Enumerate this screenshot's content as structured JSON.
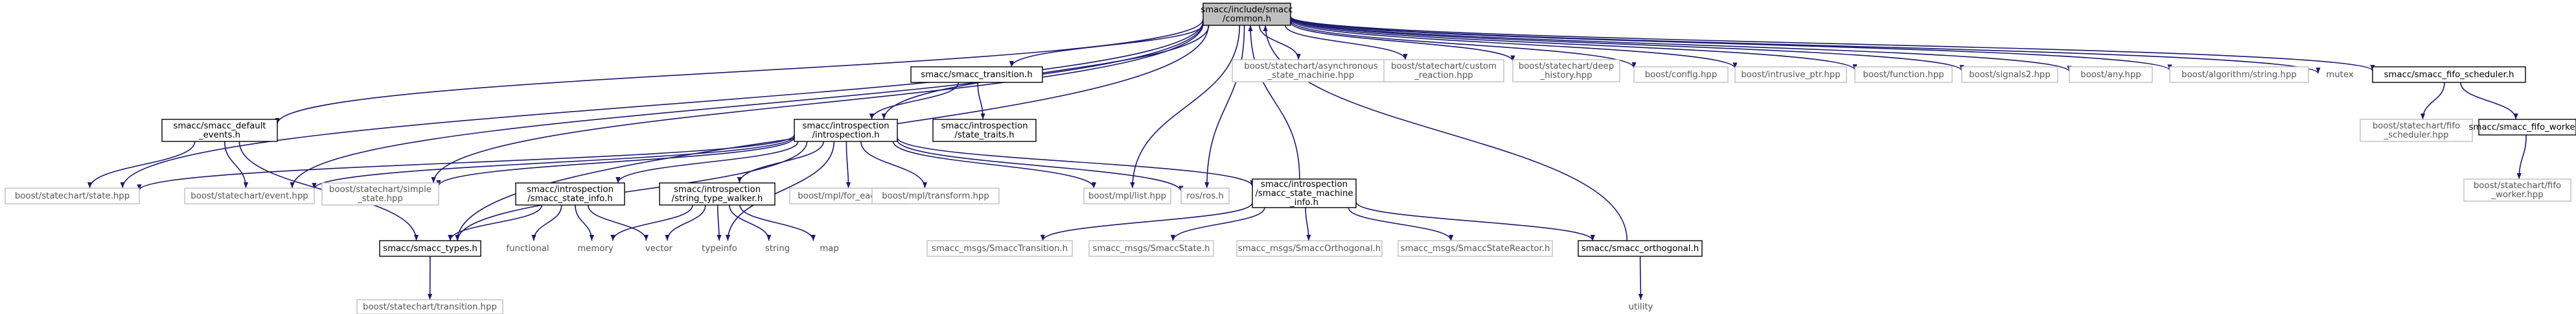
{
  "graph": {
    "root": "smacc_include_smacc_common",
    "edge_color": "#191970",
    "root_fill": "#bfbfbf",
    "external_border": "#bfbfbf",
    "nodes": [
      {
        "id": "smacc_include_smacc_common",
        "lines": [
          "smacc/include/smacc",
          "/common.h"
        ],
        "kind": "root"
      },
      {
        "id": "smacc_default_events",
        "lines": [
          "smacc/smacc_default",
          "_events.h"
        ],
        "kind": "doc"
      },
      {
        "id": "smacc_transition",
        "lines": [
          "smacc/smacc_transition.h"
        ],
        "kind": "doc"
      },
      {
        "id": "introspection",
        "lines": [
          "smacc/introspection",
          "/introspection.h"
        ],
        "kind": "doc"
      },
      {
        "id": "state_traits",
        "lines": [
          "smacc/introspection",
          "/state_traits.h"
        ],
        "kind": "doc"
      },
      {
        "id": "asynchronous_state_machine",
        "lines": [
          "boost/statechart/asynchronous",
          "_state_machine.hpp"
        ],
        "kind": "ext"
      },
      {
        "id": "custom_reaction",
        "lines": [
          "boost/statechart/custom",
          "_reaction.hpp"
        ],
        "kind": "ext"
      },
      {
        "id": "deep_history",
        "lines": [
          "boost/statechart/deep",
          "_history.hpp"
        ],
        "kind": "ext"
      },
      {
        "id": "boost_config",
        "lines": [
          "boost/config.hpp"
        ],
        "kind": "ext"
      },
      {
        "id": "intrusive_ptr",
        "lines": [
          "boost/intrusive_ptr.hpp"
        ],
        "kind": "ext"
      },
      {
        "id": "boost_function",
        "lines": [
          "boost/function.hpp"
        ],
        "kind": "ext"
      },
      {
        "id": "signals2",
        "lines": [
          "boost/signals2.hpp"
        ],
        "kind": "ext"
      },
      {
        "id": "boost_any",
        "lines": [
          "boost/any.hpp"
        ],
        "kind": "ext"
      },
      {
        "id": "algorithm_string",
        "lines": [
          "boost/algorithm/string.hpp"
        ],
        "kind": "ext"
      },
      {
        "id": "mutex",
        "lines": [
          "mutex"
        ],
        "kind": "plain"
      },
      {
        "id": "fifo_scheduler",
        "lines": [
          "smacc/smacc_fifo_scheduler.h"
        ],
        "kind": "doc"
      },
      {
        "id": "statechart_fifo_scheduler",
        "lines": [
          "boost/statechart/fifo",
          "_scheduler.hpp"
        ],
        "kind": "ext"
      },
      {
        "id": "fifo_worker",
        "lines": [
          "smacc/smacc_fifo_worker.h"
        ],
        "kind": "doc"
      },
      {
        "id": "statechart_fifo_worker",
        "lines": [
          "boost/statechart/fifo",
          "_worker.hpp"
        ],
        "kind": "ext"
      },
      {
        "id": "state_hpp",
        "lines": [
          "boost/statechart/state.hpp"
        ],
        "kind": "ext"
      },
      {
        "id": "event_hpp",
        "lines": [
          "boost/statechart/event.hpp"
        ],
        "kind": "ext"
      },
      {
        "id": "simple_state",
        "lines": [
          "boost/statechart/simple",
          "_state.hpp"
        ],
        "kind": "ext"
      },
      {
        "id": "smacc_state_info",
        "lines": [
          "smacc/introspection",
          "/smacc_state_info.h"
        ],
        "kind": "doc"
      },
      {
        "id": "string_type_walker",
        "lines": [
          "smacc/introspection",
          "/string_type_walker.h"
        ],
        "kind": "doc"
      },
      {
        "id": "for_each",
        "lines": [
          "boost/mpl/for_each.hpp"
        ],
        "kind": "ext"
      },
      {
        "id": "mpl_transform",
        "lines": [
          "boost/mpl/transform.hpp"
        ],
        "kind": "ext"
      },
      {
        "id": "mpl_list",
        "lines": [
          "boost/mpl/list.hpp"
        ],
        "kind": "ext"
      },
      {
        "id": "ros_h",
        "lines": [
          "ros/ros.h"
        ],
        "kind": "ext"
      },
      {
        "id": "smacc_state_machine_info",
        "lines": [
          "smacc/introspection",
          "/smacc_state_machine",
          "_info.h"
        ],
        "kind": "doc"
      },
      {
        "id": "smacc_types",
        "lines": [
          "smacc/smacc_types.h"
        ],
        "kind": "doc"
      },
      {
        "id": "functional",
        "lines": [
          "functional"
        ],
        "kind": "plain"
      },
      {
        "id": "memory",
        "lines": [
          "memory"
        ],
        "kind": "plain"
      },
      {
        "id": "vector",
        "lines": [
          "vector"
        ],
        "kind": "plain"
      },
      {
        "id": "typeinfo",
        "lines": [
          "typeinfo"
        ],
        "kind": "plain"
      },
      {
        "id": "string",
        "lines": [
          "string"
        ],
        "kind": "plain"
      },
      {
        "id": "map",
        "lines": [
          "map"
        ],
        "kind": "plain"
      },
      {
        "id": "smacc_msgs_transition",
        "lines": [
          "smacc_msgs/SmaccTransition.h"
        ],
        "kind": "ext"
      },
      {
        "id": "smacc_msgs_state",
        "lines": [
          "smacc_msgs/SmaccState.h"
        ],
        "kind": "ext"
      },
      {
        "id": "smacc_msgs_orthogonal",
        "lines": [
          "smacc_msgs/SmaccOrthogonal.h"
        ],
        "kind": "ext"
      },
      {
        "id": "smacc_msgs_state_reactor",
        "lines": [
          "smacc_msgs/SmaccStateReactor.h"
        ],
        "kind": "ext"
      },
      {
        "id": "smacc_orthogonal",
        "lines": [
          "smacc/smacc_orthogonal.h"
        ],
        "kind": "doc"
      },
      {
        "id": "utility",
        "lines": [
          "utility"
        ],
        "kind": "plain"
      },
      {
        "id": "transition_hpp",
        "lines": [
          "boost/statechart/transition.hpp"
        ],
        "kind": "ext"
      }
    ],
    "edges": [
      [
        "smacc_include_smacc_common",
        "smacc_default_events"
      ],
      [
        "smacc_include_smacc_common",
        "smacc_transition"
      ],
      [
        "smacc_include_smacc_common",
        "introspection"
      ],
      [
        "smacc_include_smacc_common",
        "asynchronous_state_machine"
      ],
      [
        "smacc_include_smacc_common",
        "custom_reaction"
      ],
      [
        "smacc_include_smacc_common",
        "deep_history"
      ],
      [
        "smacc_include_smacc_common",
        "boost_config"
      ],
      [
        "smacc_include_smacc_common",
        "intrusive_ptr"
      ],
      [
        "smacc_include_smacc_common",
        "boost_function"
      ],
      [
        "smacc_include_smacc_common",
        "signals2"
      ],
      [
        "smacc_include_smacc_common",
        "boost_any"
      ],
      [
        "smacc_include_smacc_common",
        "algorithm_string"
      ],
      [
        "smacc_include_smacc_common",
        "mutex"
      ],
      [
        "smacc_include_smacc_common",
        "fifo_scheduler"
      ],
      [
        "smacc_include_smacc_common",
        "state_hpp"
      ],
      [
        "smacc_include_smacc_common",
        "event_hpp"
      ],
      [
        "smacc_include_smacc_common",
        "simple_state"
      ],
      [
        "smacc_include_smacc_common",
        "smacc_types"
      ],
      [
        "smacc_include_smacc_common",
        "mpl_list"
      ],
      [
        "smacc_include_smacc_common",
        "ros_h"
      ],
      [
        "smacc_transition",
        "introspection"
      ],
      [
        "smacc_transition",
        "state_traits"
      ],
      [
        "smacc_default_events",
        "state_hpp"
      ],
      [
        "smacc_default_events",
        "event_hpp"
      ],
      [
        "smacc_default_events",
        "smacc_types"
      ],
      [
        "introspection",
        "state_hpp"
      ],
      [
        "introspection",
        "event_hpp"
      ],
      [
        "introspection",
        "simple_state"
      ],
      [
        "introspection",
        "smacc_state_info"
      ],
      [
        "introspection",
        "string_type_walker"
      ],
      [
        "introspection",
        "for_each"
      ],
      [
        "introspection",
        "mpl_transform"
      ],
      [
        "introspection",
        "mpl_list"
      ],
      [
        "introspection",
        "ros_h"
      ],
      [
        "introspection",
        "smacc_state_machine_info"
      ],
      [
        "introspection",
        "smacc_types"
      ],
      [
        "introspection",
        "typeinfo"
      ],
      [
        "smacc_state_info",
        "smacc_types"
      ],
      [
        "smacc_state_info",
        "functional"
      ],
      [
        "smacc_state_info",
        "memory"
      ],
      [
        "smacc_state_info",
        "vector"
      ],
      [
        "string_type_walker",
        "memory"
      ],
      [
        "string_type_walker",
        "vector"
      ],
      [
        "string_type_walker",
        "typeinfo"
      ],
      [
        "string_type_walker",
        "string"
      ],
      [
        "string_type_walker",
        "map"
      ],
      [
        "smacc_state_machine_info",
        "smacc_msgs_transition"
      ],
      [
        "smacc_state_machine_info",
        "smacc_msgs_state"
      ],
      [
        "smacc_state_machine_info",
        "smacc_msgs_orthogonal"
      ],
      [
        "smacc_state_machine_info",
        "smacc_msgs_state_reactor"
      ],
      [
        "smacc_state_machine_info",
        "smacc_orthogonal"
      ],
      [
        "smacc_state_machine_info",
        "smacc_include_smacc_common"
      ],
      [
        "smacc_orthogonal",
        "smacc_include_smacc_common"
      ],
      [
        "smacc_orthogonal",
        "utility"
      ],
      [
        "smacc_types",
        "transition_hpp"
      ],
      [
        "fifo_scheduler",
        "statechart_fifo_scheduler"
      ],
      [
        "fifo_scheduler",
        "fifo_worker"
      ],
      [
        "fifo_worker",
        "statechart_fifo_worker"
      ]
    ]
  }
}
